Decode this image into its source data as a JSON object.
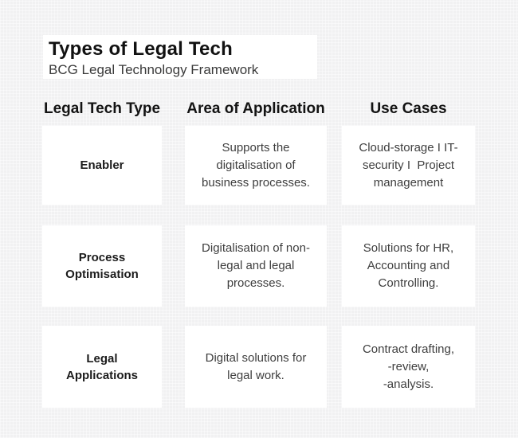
{
  "header": {
    "title": "Types of Legal Tech",
    "subtitle": "BCG Legal Technology Framework"
  },
  "table": {
    "column_headers": [
      "Legal Tech Type",
      "Area of Application",
      "Use Cases"
    ],
    "rows": [
      {
        "type": "Enabler",
        "area_of_application": "Supports the\ndigitalisation of\nbusiness processes.",
        "use_cases": "Cloud-storage I IT-\nsecurity I  Project\nmanagement"
      },
      {
        "type": "Process\nOptimisation",
        "area_of_application": "Digitalisation of non-\nlegal and legal\nprocesses.",
        "use_cases": "Solutions for HR,\nAccounting and\nControlling."
      },
      {
        "type": "Legal\nApplications",
        "area_of_application": "Digital solutions for\nlegal work.",
        "use_cases": "Contract drafting,\n-review,\n-analysis."
      }
    ]
  },
  "colors": {
    "background": "#f1f1f2",
    "card": "#ffffff",
    "heading_text": "#131313",
    "type_text": "#1b1b1b",
    "body_text": "#3e3e3e"
  }
}
